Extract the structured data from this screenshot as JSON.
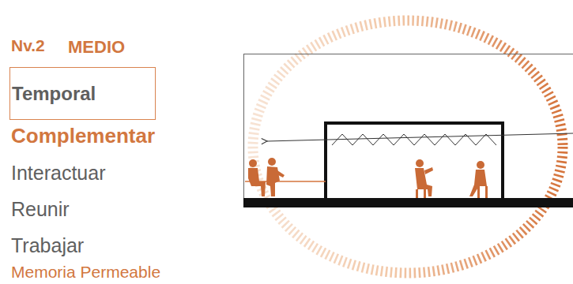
{
  "diagram": {
    "nodes": [
      {
        "text": [
          "Temporal"
        ]
      }
    ],
    "labels": [
      "Nv.2",
      "MEDIO",
      "Complementar",
      "Interactuar",
      "Reunir",
      "Trabajar",
      "Memoria Permeable"
    ]
  }
}
